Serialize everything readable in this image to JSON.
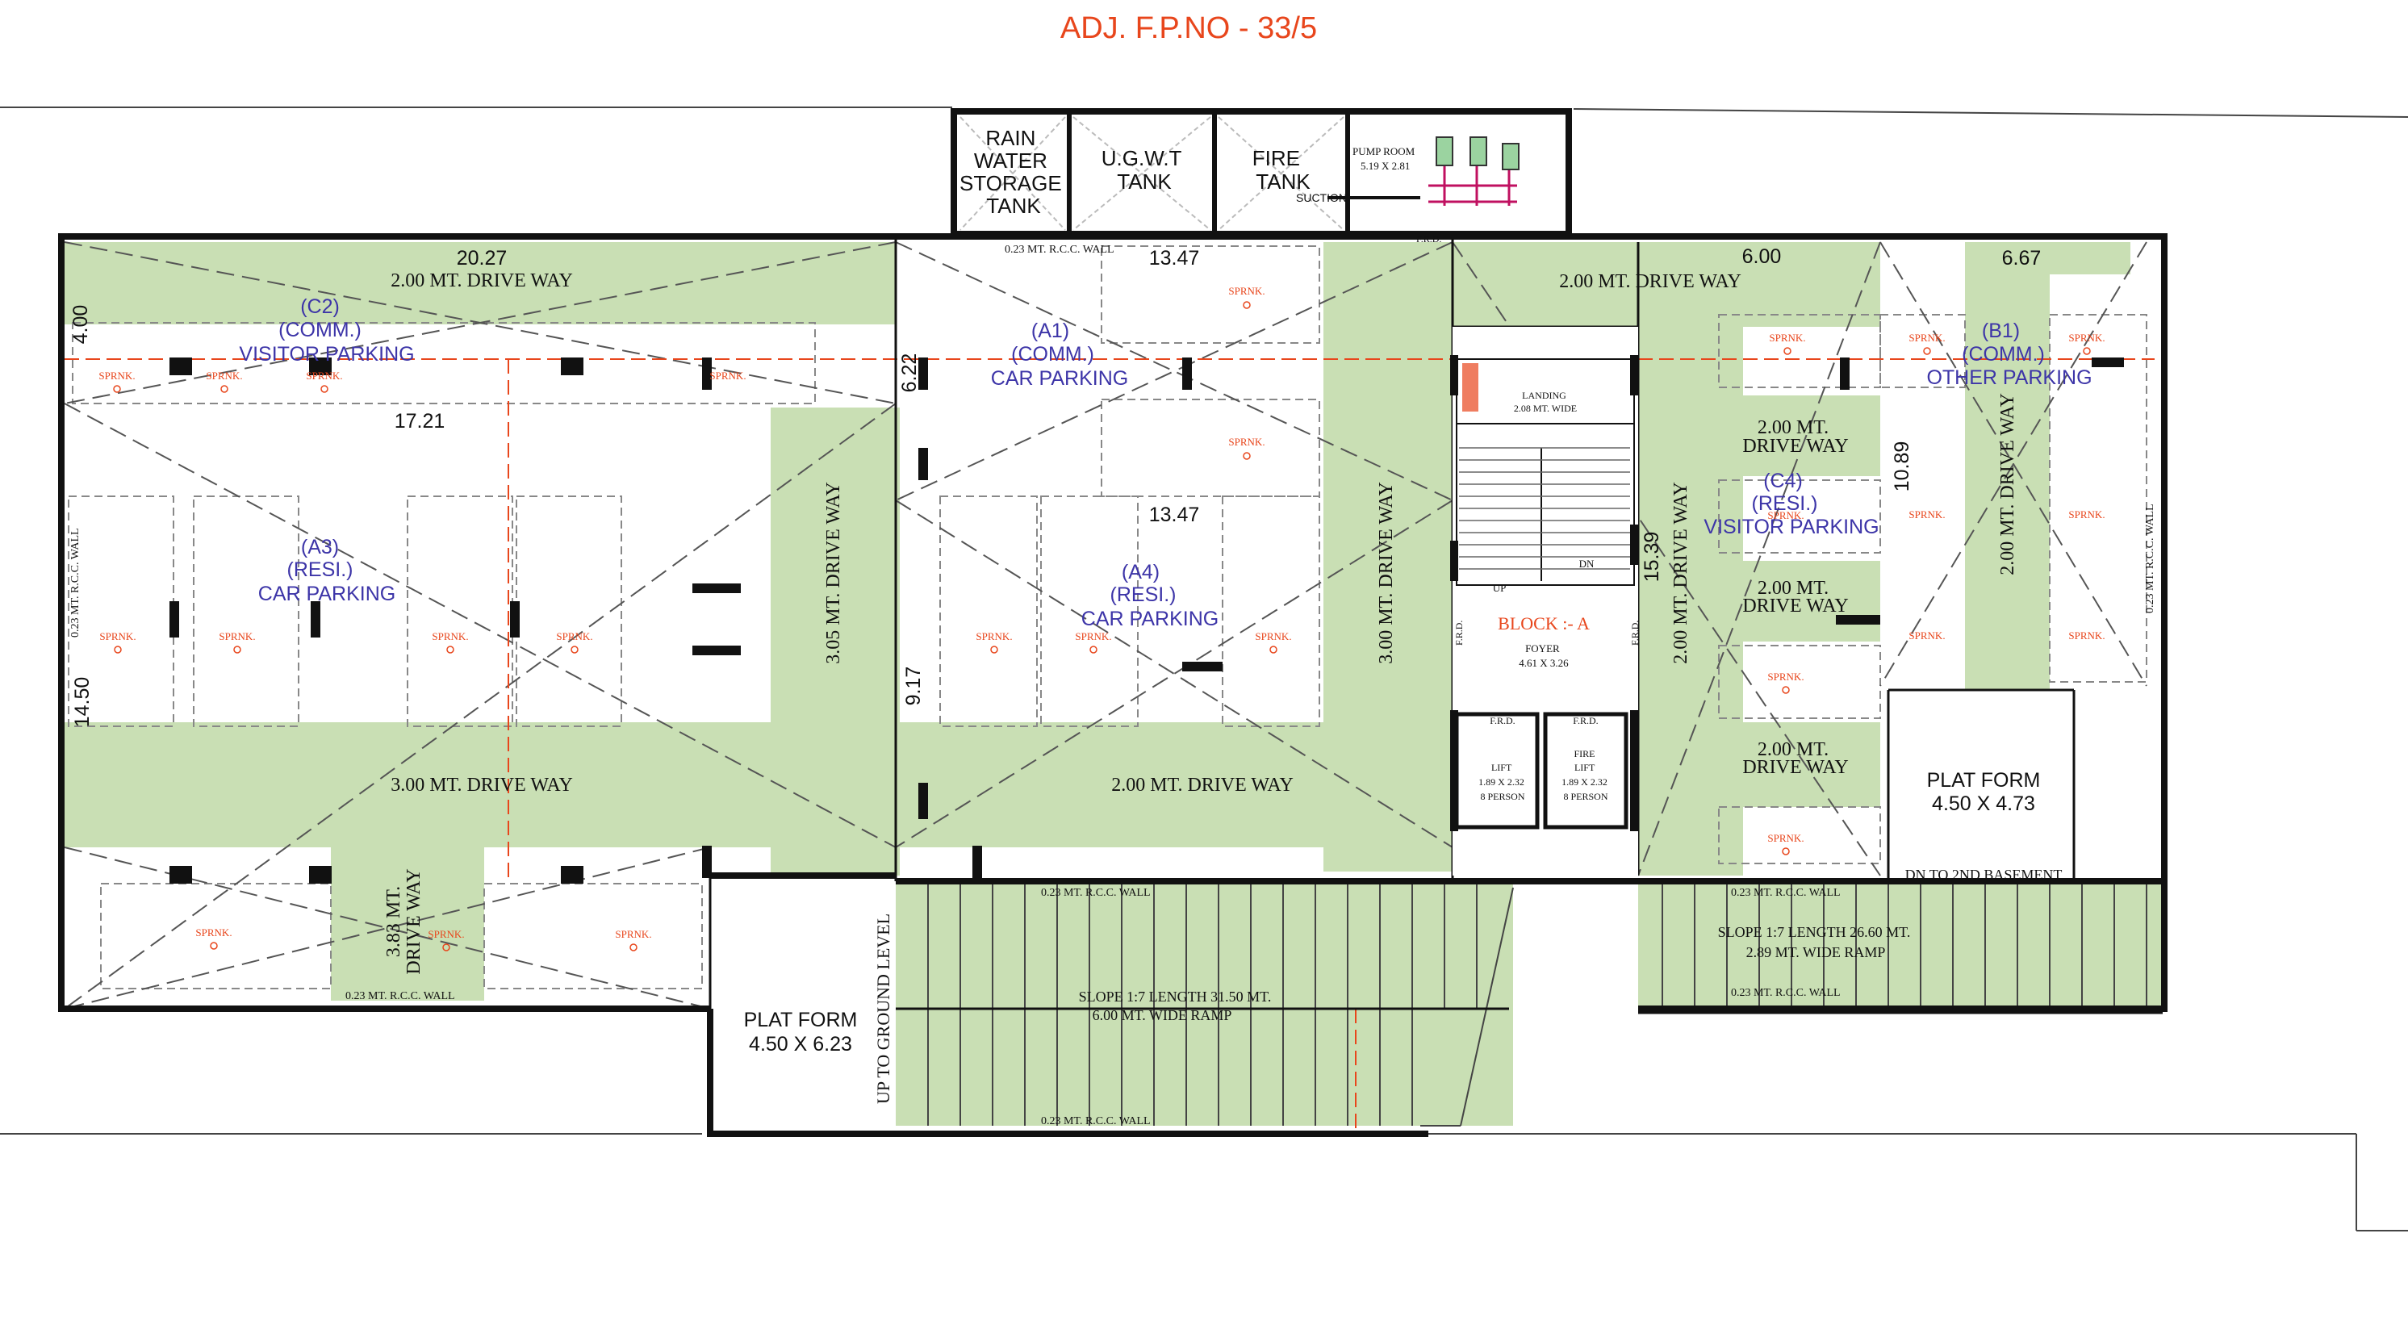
{
  "title": "ADJ. F.P.NO - 33/5",
  "colors": {
    "drive": "#c9dfb4",
    "wall": "#111111",
    "accent": "#e8461c",
    "zone": "#3d35a8",
    "dash": "#555555",
    "sprinkler": "#e8461c"
  },
  "service_block": {
    "rain": [
      "RAIN",
      "WATER",
      "STORAGE",
      "TANK"
    ],
    "ugwt": [
      "U.G.W.T",
      "TANK"
    ],
    "fire": [
      "FIRE",
      "TANK"
    ],
    "suction": "SUCTION",
    "pump": [
      "PUMP ROOM",
      "5.19 X 2.81"
    ]
  },
  "zones": {
    "c2": [
      "(C2)",
      "(COMM.)",
      "VISITOR PARKING"
    ],
    "a1": [
      "(A1)",
      "(COMM.)",
      "CAR PARKING"
    ],
    "a3": [
      "(A3)",
      "(RESI.)",
      "CAR PARKING"
    ],
    "a4": [
      "(A4)",
      "(RESI.)",
      "CAR PARKING"
    ],
    "c4": [
      "(C4)",
      "(RESI.)",
      "VISITOR PARKING"
    ],
    "b1": [
      "(B1)",
      "(COMM.)",
      "OTHER PARKING"
    ]
  },
  "drive_ways": {
    "top_left": "2.00 MT. DRIVE WAY",
    "top_right": "2.00 MT. DRIVE WAY",
    "mid_left": "3.00 MT. DRIVE WAY",
    "mid_center": "2.00 MT. DRIVE WAY",
    "vert_305": "3.05 MT. DRIVE WAY",
    "vert_300": "3.00 MT. DRIVE WAY",
    "vert_200": "2.00 MT. DRIVE WAY",
    "vert_right": "2.00 MT. DRIVE WAY",
    "bottom_383": [
      "3.83 MT.",
      "DRIVE WAY"
    ],
    "right_1": [
      "2.00 MT.",
      "DRIVE WAY"
    ],
    "right_2": [
      "2.00 MT.",
      "DRIVE WAY"
    ],
    "right_3": [
      "2.00 MT.",
      "DRIVE WAY"
    ]
  },
  "dimensions": {
    "d2027": "20.27",
    "d1721": "17.21",
    "d1347a": "13.47",
    "d1347b": "13.47",
    "d600": "6.00",
    "d667": "6.67",
    "d400": "4.00",
    "d622": "6.22",
    "d917": "9.17",
    "d1450": "14.50",
    "d1539": "15.39",
    "d1089": "10.89"
  },
  "walls": {
    "rcc": "0.23 MT. R.C.C. WALL",
    "rcc_short": "0.23 MT. R.C.C. WALL"
  },
  "block": {
    "title": "BLOCK :- A",
    "landing": [
      "LANDING",
      "2.08 MT. WIDE"
    ],
    "foyer": [
      "FOYER",
      "4.61 X 3.26"
    ],
    "up": "UP",
    "dn": "DN",
    "frd": "F.R.D.",
    "lift": [
      "LIFT",
      "1.89 X 2.32",
      "8 PERSON"
    ],
    "fire_lift": [
      "FIRE",
      "LIFT",
      "1.89 X 2.32",
      "8 PERSON"
    ]
  },
  "ramps": {
    "left": [
      "SLOPE 1:7  LENGTH  31.50 MT.",
      "6.00 MT. WIDE RAMP"
    ],
    "right": [
      "SLOPE 1:7  LENGTH  26.60 MT.",
      "2.89 MT. WIDE RAMP"
    ],
    "up_to_ground": "UP TO GROUND LEVEL",
    "dn_to_basement": "DN TO 2ND BASEMENT"
  },
  "platforms": {
    "left": [
      "PLAT FORM",
      "4.50 X 6.23"
    ],
    "right": [
      "PLAT FORM",
      "4.50 X 4.73"
    ]
  },
  "sprinkler_label": "SPRNK."
}
